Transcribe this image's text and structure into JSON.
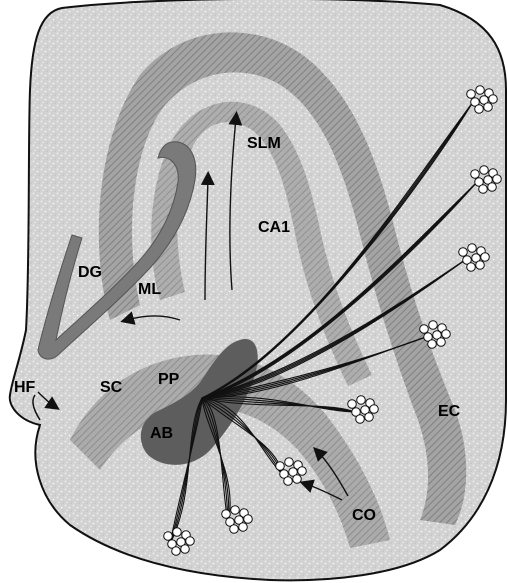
{
  "labels": {
    "slm": "SLM",
    "ca1": "CA1",
    "dg": "DG",
    "ml": "ML",
    "pp": "PP",
    "hf": "HF",
    "sc": "SC",
    "ab": "AB",
    "ec": "EC",
    "co": "CO"
  },
  "colors": {
    "background": "#ffffff",
    "tissue_light": "#cfcfcf",
    "tissue_hatched": "#9a9a9a",
    "dentate_band": "#7a7a7a",
    "ab_region": "#5a5a5a",
    "stroke": "#111111",
    "cell_fill": "#ffffff"
  }
}
